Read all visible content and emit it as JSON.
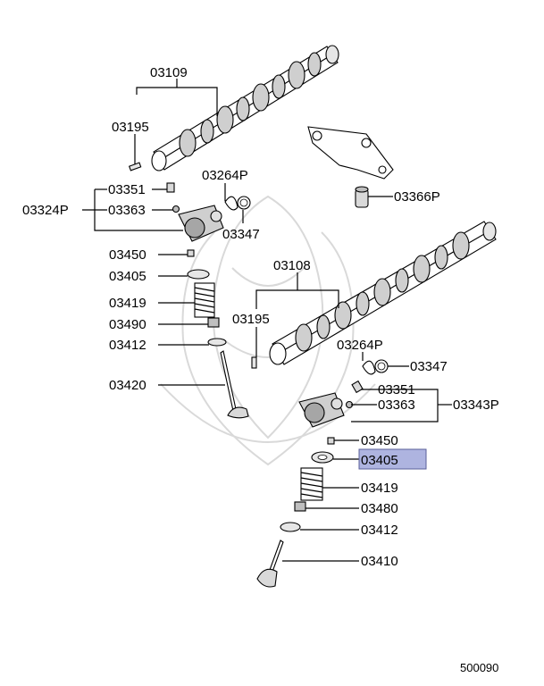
{
  "part_labels": {
    "cam_in": "03109",
    "pin_in": "03195",
    "wave_in": "03264P",
    "disc_in": "03347",
    "bolt_in": "03351",
    "assy_in": "03324P",
    "nut_in": "03363",
    "lifter": "03366P",
    "keep_in": "03450",
    "seat_in": "03405",
    "spring_in": "03419",
    "seal_in": "03490",
    "lower_in": "03412",
    "valve_in": "03420",
    "cam_ex": "03108",
    "pin_ex": "03195",
    "wave_ex": "03264P",
    "disc_ex": "03347",
    "bolt_ex": "03351",
    "nut_ex": "03363",
    "assy_ex": "03343P",
    "keep_ex": "03450",
    "seat_ex": "03405",
    "spring_ex": "03419",
    "seal_ex": "03480",
    "lower_ex": "03412",
    "valve_ex": "03410"
  },
  "highlight": {
    "part": "seat_ex",
    "fill": "#aeb4e0",
    "stroke": "#5a5f9a"
  },
  "footer": {
    "code": "500090"
  }
}
